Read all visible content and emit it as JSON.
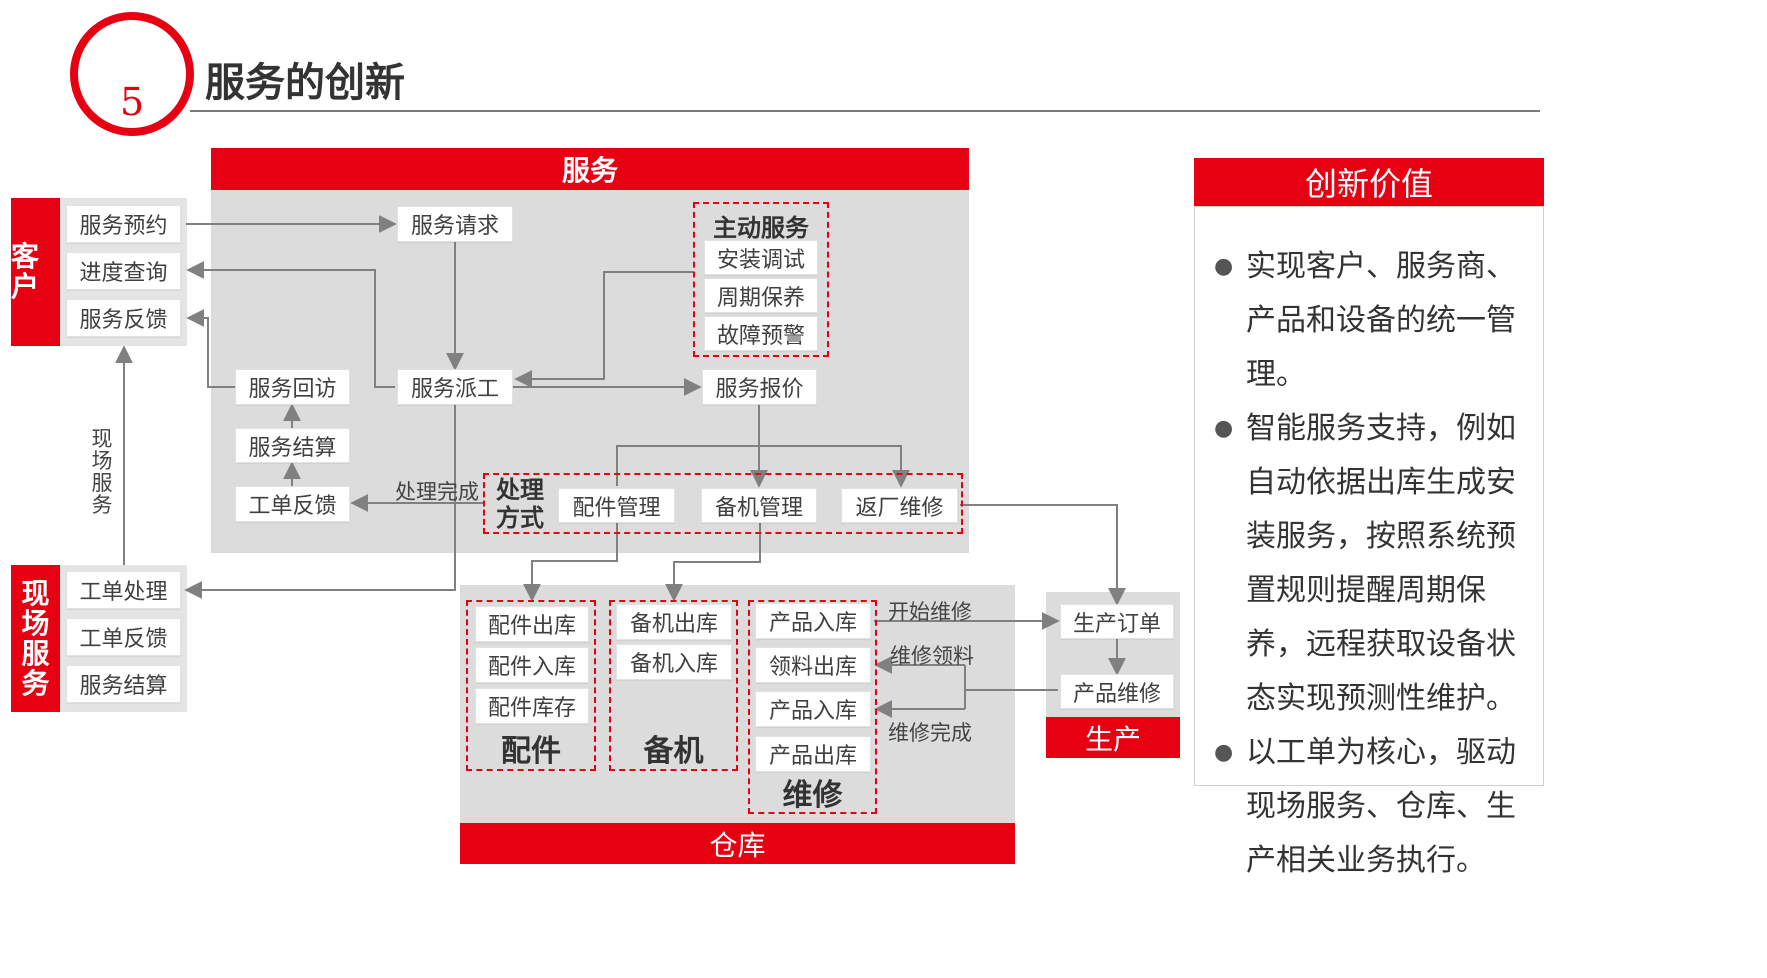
{
  "header": {
    "number": "5",
    "title": "服务的创新"
  },
  "service": {
    "title": "服务",
    "request": "服务请求",
    "dispatch": "服务派工",
    "quote": "服务报价",
    "revisit": "服务回访",
    "settle": "服务结算",
    "feedback": "工单反馈",
    "active": {
      "title": "主动服务",
      "items": [
        "安装调试",
        "周期保养",
        "故障预警"
      ]
    },
    "handling": {
      "title": "处理方式",
      "items": [
        "配件管理",
        "备机管理",
        "返厂维修"
      ]
    },
    "done_note": "处理完成"
  },
  "customer": {
    "title": "客户",
    "items": [
      "服务预约",
      "进度查询",
      "服务反馈"
    ]
  },
  "field": {
    "title": "现场服务",
    "items": [
      "工单处理",
      "工单反馈",
      "服务结算"
    ],
    "link_note": "现场服务"
  },
  "warehouse": {
    "title": "仓库",
    "parts": {
      "label": "配件",
      "items": [
        "配件出库",
        "配件入库",
        "配件库存"
      ]
    },
    "spare": {
      "label": "备机",
      "items": [
        "备机出库",
        "备机入库"
      ]
    },
    "repair": {
      "label": "维修",
      "items": [
        "产品入库",
        "领料出库",
        "产品入库",
        "产品出库"
      ]
    },
    "notes": [
      "开始维修",
      "维修领料",
      "维修完成"
    ]
  },
  "production": {
    "title": "生产",
    "items": [
      "生产订单",
      "产品维修"
    ]
  },
  "value": {
    "title": "创新价值",
    "bullets": [
      "实现客户、服务商、产品和设备的统一管理。",
      "智能服务支持，例如自动依据出库生成安装服务，按照系统预置规则提醒周期保养，远程获取设备状态实现预测性维护。",
      "以工单为核心，驱动现场服务、仓库、生产相关业务执行。"
    ]
  },
  "colors": {
    "accent": "#e60012",
    "panel": "#dcdcdc",
    "line": "#808080"
  }
}
